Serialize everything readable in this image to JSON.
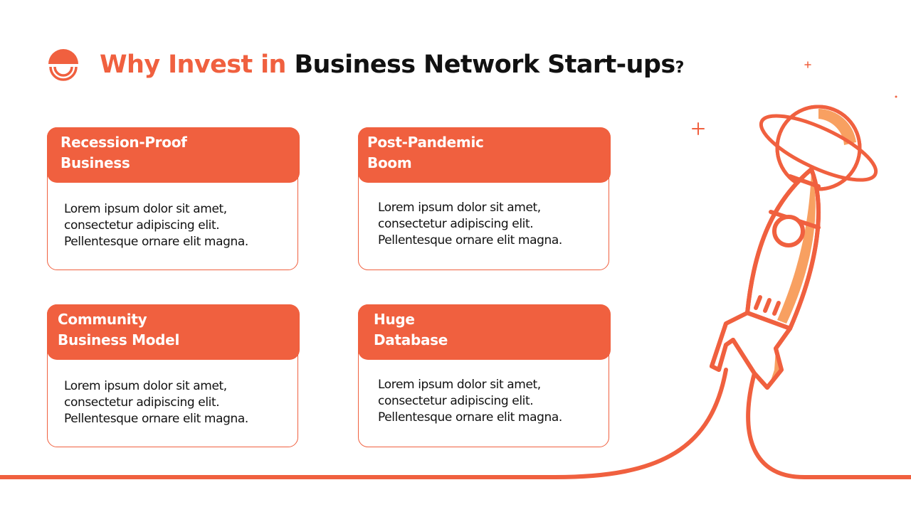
{
  "title": {
    "accent": "Why Invest in",
    "main": "Business Network Start-ups",
    "qmark": "?"
  },
  "cards": [
    {
      "title": "Recession-Proof\nBusiness",
      "body": [
        "Lorem ipsum dolor sit amet,",
        "consectetur adipiscing elit.",
        "Pellentesque ornare elit magna."
      ]
    },
    {
      "title": "Post-Pandemic\nBoom",
      "body": [
        "Lorem ipsum dolor sit amet,",
        "consectetur adipiscing elit.",
        "Pellentesque ornare elit magna."
      ]
    },
    {
      "title": "Community\nBusiness Model",
      "body": [
        "Lorem ipsum dolor sit amet,",
        "consectetur adipiscing elit.",
        "Pellentesque ornare elit magna."
      ]
    },
    {
      "title": "Huge\nDatabase",
      "body": [
        "Lorem ipsum dolor sit amet,",
        "consectetur adipiscing elit.",
        "Pellentesque ornare elit magna."
      ]
    }
  ],
  "icons": {
    "logo": "half-circle-smile-icon",
    "illustration": "rocket-planet-illustration"
  },
  "colors": {
    "accent": "#F0603F",
    "accent_light": "#F8A061",
    "text": "#111111",
    "background": "#FFFFFF"
  }
}
